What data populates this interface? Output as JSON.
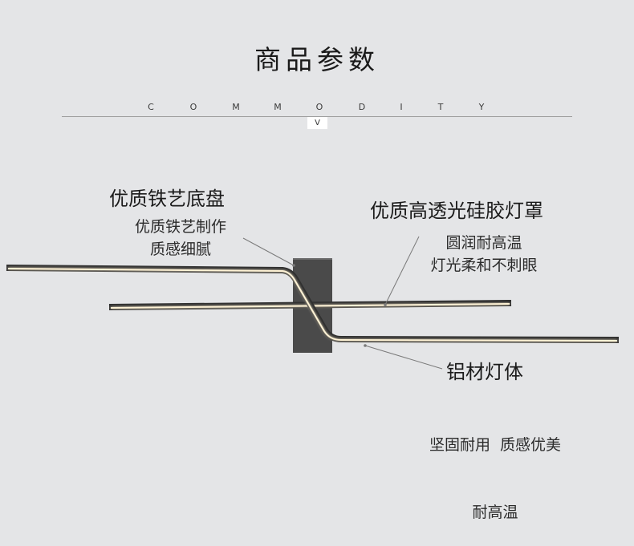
{
  "header": {
    "title": "商品参数",
    "subtitle_letters": [
      "C",
      "O",
      "M",
      "M",
      "O",
      "D",
      "I",
      "T",
      "Y"
    ],
    "badge": "V"
  },
  "callouts": {
    "base": {
      "title": "优质铁艺底盘",
      "desc_line1": "优质铁艺制作",
      "desc_line2": "质感细腻"
    },
    "shade": {
      "title": "优质高透光硅胶灯罩",
      "desc_line1": "圆润耐高温",
      "desc_line2": "灯光柔和不刺眼"
    },
    "body": {
      "title": "铝材灯体",
      "desc_line1": "坚固耐用  质感优美",
      "desc_line2": "耐高温"
    }
  },
  "colors": {
    "background": "#e4e5e7",
    "lamp_bar": "#2e2e2e",
    "lamp_glow": "#fff3d6",
    "plate": "#4a4a4a"
  }
}
